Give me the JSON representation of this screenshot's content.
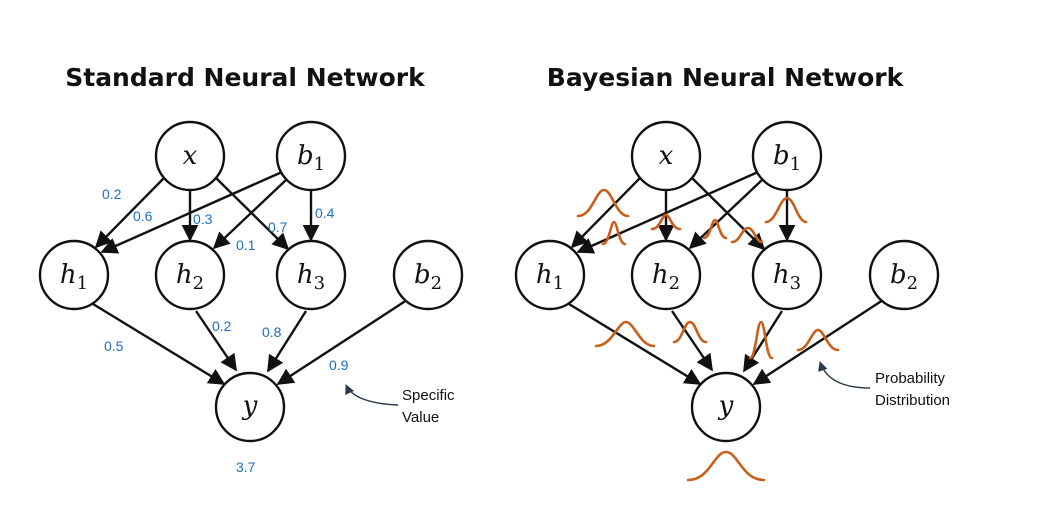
{
  "left": {
    "title": "Standard Neural Network",
    "nodes": {
      "x": {
        "main": "x",
        "sub": ""
      },
      "b1": {
        "main": "b",
        "sub": "1"
      },
      "h1": {
        "main": "h",
        "sub": "1"
      },
      "h2": {
        "main": "h",
        "sub": "2"
      },
      "h3": {
        "main": "h",
        "sub": "3"
      },
      "b2": {
        "main": "b",
        "sub": "2"
      },
      "y": {
        "main": "y",
        "sub": ""
      }
    },
    "weights": {
      "x_h1": "0.2",
      "b1_h1": "0.6",
      "x_h2": "0.3",
      "b1_h2": "0.1",
      "x_h3": "0.7",
      "b1_h3": "0.4",
      "h1_y": "0.5",
      "h2_y": "0.2",
      "h3_y": "0.8",
      "b2_y": "0.9"
    },
    "output_value": "3.7",
    "note_line1": "Specific",
    "note_line2": "Value"
  },
  "right": {
    "title": "Bayesian Neural Network",
    "nodes": {
      "x": {
        "main": "x",
        "sub": ""
      },
      "b1": {
        "main": "b",
        "sub": "1"
      },
      "h1": {
        "main": "h",
        "sub": "1"
      },
      "h2": {
        "main": "h",
        "sub": "2"
      },
      "h3": {
        "main": "h",
        "sub": "3"
      },
      "b2": {
        "main": "b",
        "sub": "2"
      },
      "y": {
        "main": "y",
        "sub": ""
      }
    },
    "note_line1": "Probability",
    "note_line2": "Distribution"
  },
  "colors": {
    "weight_label": "#1f6fbf",
    "distribution": "#c8601a",
    "edge": "#111111"
  }
}
